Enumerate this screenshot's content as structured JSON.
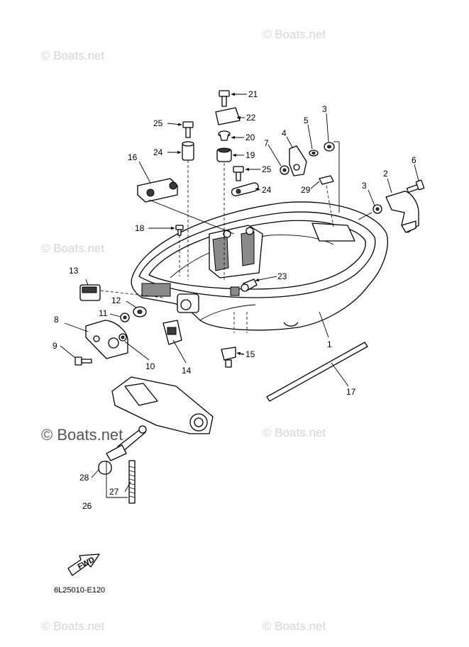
{
  "watermark": {
    "text": "© Boats.net",
    "big_text": "© Boats.net"
  },
  "diagram_code": "6L25010-E120",
  "fwd_label": "FWD",
  "callouts": [
    {
      "id": "c1",
      "label": "1"
    },
    {
      "id": "c2",
      "label": "2"
    },
    {
      "id": "c3a",
      "label": "3"
    },
    {
      "id": "c3b",
      "label": "3"
    },
    {
      "id": "c4",
      "label": "4"
    },
    {
      "id": "c5",
      "label": "5"
    },
    {
      "id": "c6",
      "label": "6"
    },
    {
      "id": "c7",
      "label": "7"
    },
    {
      "id": "c8",
      "label": "8"
    },
    {
      "id": "c9",
      "label": "9"
    },
    {
      "id": "c10",
      "label": "10"
    },
    {
      "id": "c11",
      "label": "11"
    },
    {
      "id": "c12",
      "label": "12"
    },
    {
      "id": "c13",
      "label": "13"
    },
    {
      "id": "c14",
      "label": "14"
    },
    {
      "id": "c15",
      "label": "15"
    },
    {
      "id": "c16",
      "label": "16"
    },
    {
      "id": "c17",
      "label": "17"
    },
    {
      "id": "c18",
      "label": "18"
    },
    {
      "id": "c19",
      "label": "19"
    },
    {
      "id": "c20",
      "label": "20"
    },
    {
      "id": "c21",
      "label": "21"
    },
    {
      "id": "c22",
      "label": "22"
    },
    {
      "id": "c23",
      "label": "23"
    },
    {
      "id": "c24a",
      "label": "24"
    },
    {
      "id": "c24b",
      "label": "24"
    },
    {
      "id": "c25a",
      "label": "25"
    },
    {
      "id": "c25b",
      "label": "25"
    },
    {
      "id": "c26",
      "label": "26"
    },
    {
      "id": "c27",
      "label": "27"
    },
    {
      "id": "c28",
      "label": "28"
    },
    {
      "id": "c29",
      "label": "29"
    }
  ]
}
